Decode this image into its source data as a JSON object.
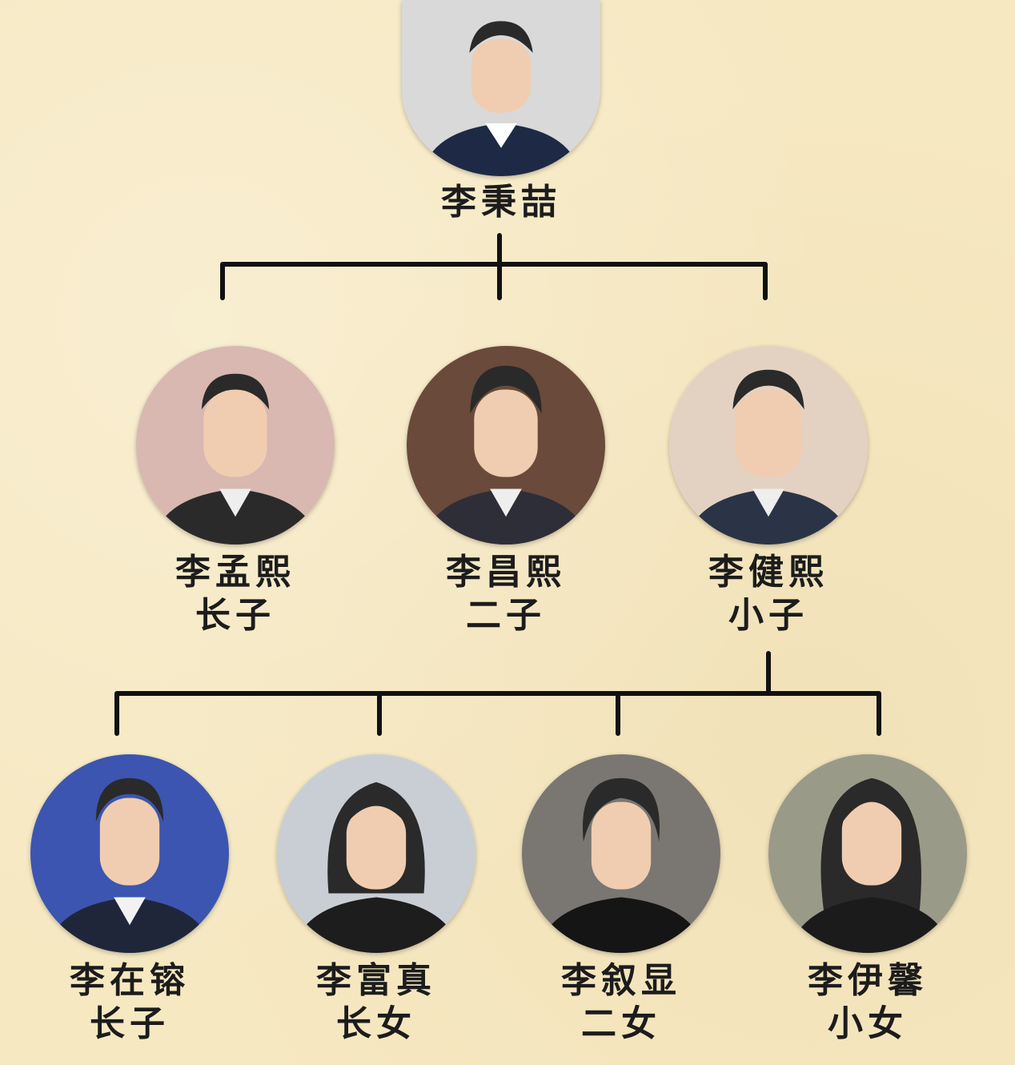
{
  "root": {
    "name": "李秉喆",
    "photo_background": "#d9d9d9",
    "suit_color": "#1e2a45"
  },
  "children": [
    {
      "name": "李孟熙",
      "role": "长子",
      "photo_background": "#d8b8b0",
      "suit_color": "#2a2a2a"
    },
    {
      "name": "李昌熙",
      "role": "二子",
      "photo_background": "#6a4a3a",
      "suit_color": "#2e2e38"
    },
    {
      "name": "李健熙",
      "role": "小子",
      "photo_background": "#e3d2c2",
      "suit_color": "#2b3446"
    }
  ],
  "grandchildren": [
    {
      "name": "李在镕",
      "role": "长子",
      "photo_background": "#3c55b0",
      "suit_color": "#20263a"
    },
    {
      "name": "李富真",
      "role": "长女",
      "photo_background": "#c9ced4",
      "suit_color": "#1d1d1d"
    },
    {
      "name": "李叙显",
      "role": "二女",
      "photo_background": "#7a7672",
      "suit_color": "#151515"
    },
    {
      "name": "李伊馨",
      "role": "小女",
      "photo_background": "#9a9a88",
      "suit_color": "#1b1b1b"
    }
  ],
  "colors": {
    "background": "#f6e8c1",
    "line": "#111111",
    "skin": "#f0cdb0",
    "hair": "#2a2a2a"
  }
}
